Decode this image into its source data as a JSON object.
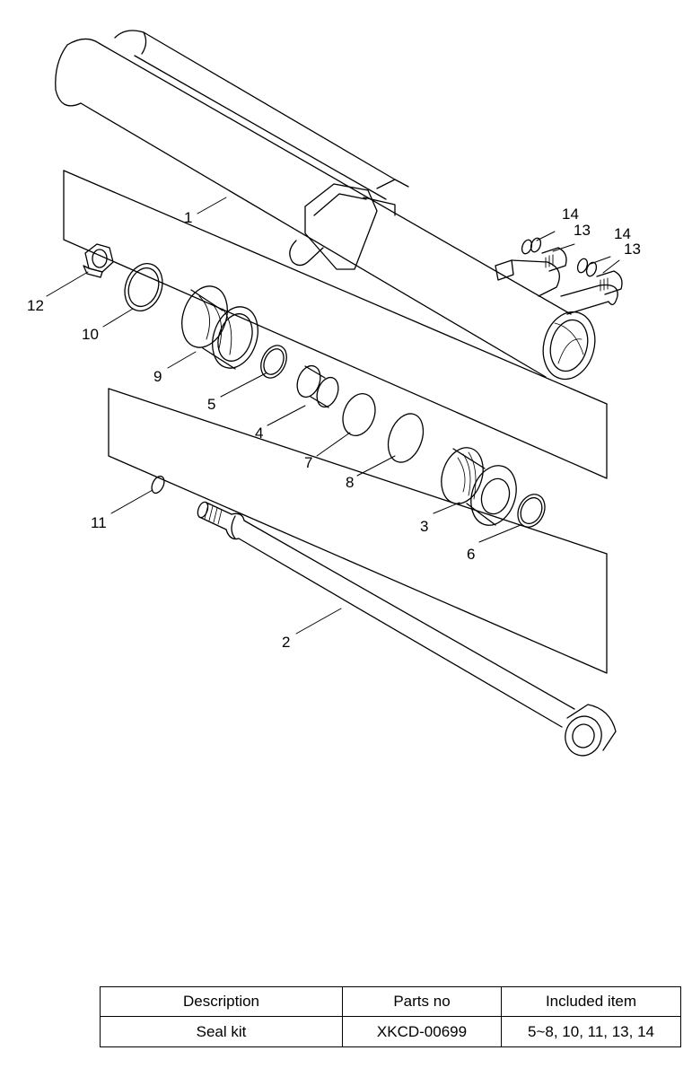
{
  "diagram": {
    "callouts": [
      "1",
      "2",
      "3",
      "4",
      "5",
      "6",
      "7",
      "8",
      "9",
      "10",
      "11",
      "12",
      "13",
      "14",
      "13",
      "14"
    ]
  },
  "table": {
    "headers": [
      "Description",
      "Parts no",
      "Included item"
    ],
    "rows": [
      [
        "Seal kit",
        "XKCD-00699",
        "5~8, 10, 11, 13, 14"
      ]
    ]
  }
}
